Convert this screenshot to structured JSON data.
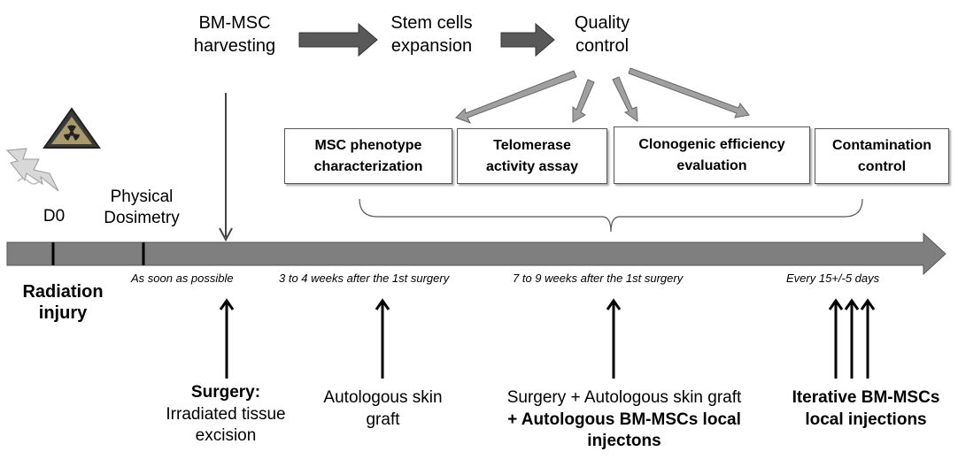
{
  "pipeline": {
    "harvesting": [
      "BM-MSC",
      "harvesting"
    ],
    "expansion": [
      "Stem cells",
      "expansion"
    ],
    "quality": [
      "Quality",
      "control"
    ]
  },
  "qc_boxes": [
    [
      "MSC phenotype",
      "characterization"
    ],
    [
      "Telomerase",
      "activity assay"
    ],
    [
      "Clonogenic efficiency",
      "evaluation"
    ],
    [
      "Contamination",
      "control"
    ]
  ],
  "timeline": {
    "d0": "D0",
    "dosimetry": [
      "Physical",
      "Dosimetry"
    ],
    "radiation": [
      "Radiation",
      "injury"
    ],
    "times": [
      "As soon as possible",
      "3 to 4 weeks after the 1st surgery",
      "7 to 9 weeks after the 1st surgery",
      "Every 15+/-5 days"
    ]
  },
  "events": {
    "surgery": [
      "Surgery:",
      "Irradiated tissue",
      "excision"
    ],
    "graft": [
      "Autologous skin",
      "graft"
    ],
    "combined": [
      "Surgery + Autologous skin graft",
      "+ Autologous BM-MSCs local",
      "injectons"
    ],
    "iterative": [
      "Iterative BM-MSCs",
      "local injections"
    ]
  },
  "icons": [
    "lightning-icon",
    "radiation-hazard-icon"
  ],
  "colors": {
    "timeline": "#7f7f7f",
    "arrow_dark": "#595959",
    "arrow_light": "#9a9a9a"
  }
}
